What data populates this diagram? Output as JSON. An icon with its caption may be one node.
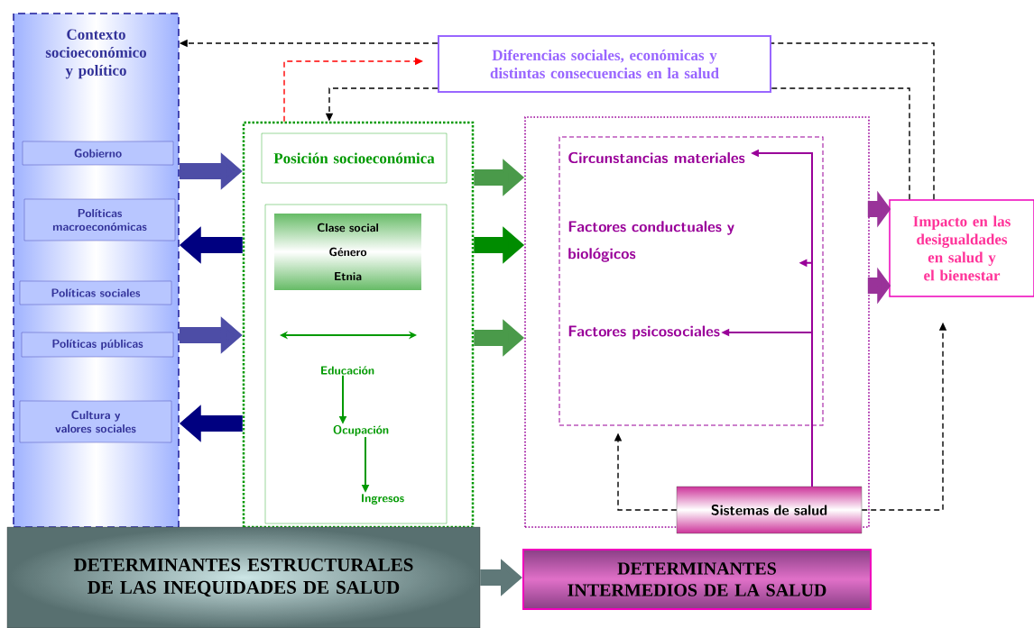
{
  "diagram": {
    "nodes": [
      {
        "text": [
          "Contexto socioeconómico y político"
        ]
      },
      {
        "text": [
          "Gobierno"
        ],
        "in": 0
      },
      {
        "text": [
          "Políticas macroeconómicas"
        ],
        "in": 0
      },
      {
        "text": [
          "Políticas sociales"
        ],
        "in": 0
      },
      {
        "text": [
          "Políticas públicas"
        ],
        "in": 0
      },
      {
        "text": [
          "Cultura y valores sociales"
        ],
        "in": 0
      },
      {
        "text": [
          "Diferencias sociales, económicas y distintas consecuencias en la salud"
        ]
      },
      {
        "text": [],
        "shape": "box"
      },
      {
        "text": [
          "Posición socioeconómica"
        ],
        "in": 7
      },
      {
        "text": [],
        "shape": "box",
        "in": 7
      },
      {
        "text": [
          "Clase social",
          "Género",
          "Etnia"
        ],
        "in": 9
      },
      {
        "text": [
          "Educación"
        ],
        "in": 9
      },
      {
        "text": [
          "Ocupación"
        ],
        "in": 9
      },
      {
        "text": [
          "Ingresos"
        ],
        "in": 9
      },
      {
        "text": [],
        "shape": "box"
      },
      {
        "text": [],
        "shape": "box",
        "in": 14
      },
      {
        "text": [
          "Circunstancias materiales"
        ],
        "in": 15
      },
      {
        "text": [
          "Factores conductuales y biológicos"
        ],
        "in": 15
      },
      {
        "text": [
          "Factores psicosociales"
        ],
        "in": 15
      },
      {
        "text": [
          "Sistemas de salud"
        ],
        "in": 14
      },
      {
        "text": [
          "Impacto en las desigualdades en salud y el bienestar"
        ]
      },
      {
        "text": [
          "DETERMINANTES ESTRUCTURALES DE LAS INEQUIDADES DE SALUD"
        ]
      },
      {
        "text": [
          "DETERMINANTES INTERMEDIOS  DE LA SALUD"
        ]
      }
    ],
    "edges": [
      {
        "from": 0,
        "to": 7,
        "arrow": "to",
        "style": "thick",
        "color": "#4d4da6"
      },
      {
        "from": 7,
        "to": 0,
        "arrow": "to",
        "style": "thick",
        "color": "#000080"
      },
      {
        "from": 0,
        "to": 7,
        "arrow": "to",
        "style": "thick",
        "color": "#4d4da6"
      },
      {
        "from": 7,
        "to": 0,
        "arrow": "to",
        "style": "thick",
        "color": "#000080"
      },
      {
        "from": 7,
        "to": 14,
        "arrow": "to",
        "style": "thick",
        "color": "#4a9a4a"
      },
      {
        "from": 7,
        "to": 14,
        "arrow": "to",
        "style": "thick",
        "color": "#008c00"
      },
      {
        "from": 7,
        "to": 14,
        "arrow": "to",
        "style": "thick",
        "color": "#4a9a4a"
      },
      {
        "from": 14,
        "to": 20,
        "arrow": "to",
        "style": "thick",
        "color": "#993399"
      },
      {
        "from": 14,
        "to": 20,
        "arrow": "to",
        "style": "thick",
        "color": "#993399"
      },
      {
        "from": 21,
        "to": 22,
        "arrow": "to",
        "style": "thick",
        "color": "#5f7878"
      },
      {
        "from": 20,
        "to": 6,
        "arrow": "none",
        "style": "dashed"
      },
      {
        "from": 6,
        "to": 0,
        "arrow": "to",
        "style": "dashed"
      },
      {
        "from": 20,
        "to": 6,
        "arrow": "none",
        "style": "dashed"
      },
      {
        "from": 6,
        "to": 7,
        "arrow": "to",
        "style": "dashed"
      },
      {
        "from": 7,
        "to": 6,
        "arrow": "to",
        "style": "dashed",
        "color": "#ff0000"
      },
      {
        "from": 19,
        "to": 20,
        "arrow": "to",
        "style": "dashed"
      },
      {
        "from": 19,
        "to": 15,
        "arrow": "to",
        "style": "dashed"
      },
      {
        "from": 19,
        "to": 16,
        "arrow": "to",
        "color": "#990099"
      },
      {
        "from": 19,
        "to": 17,
        "arrow": "to",
        "color": "#990099"
      },
      {
        "from": 19,
        "to": 18,
        "arrow": "to",
        "color": "#990099"
      },
      {
        "from": 11,
        "to": 12,
        "arrow": "to",
        "color": "#009900"
      },
      {
        "from": 12,
        "to": 13,
        "arrow": "to",
        "color": "#009900"
      }
    ]
  }
}
